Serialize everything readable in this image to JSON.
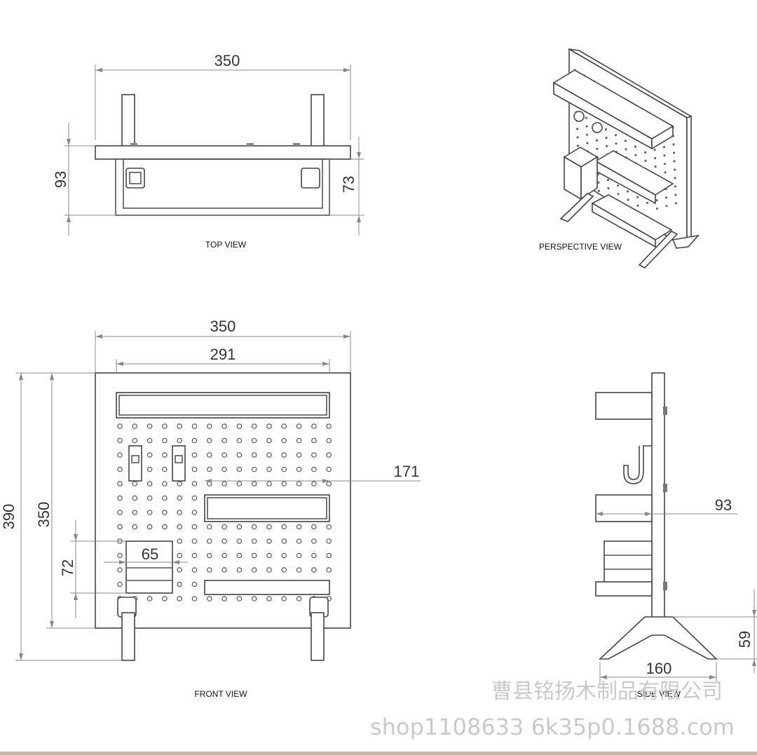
{
  "views": {
    "top": "TOP VIEW",
    "perspective": "PERSPECTIVE VIEW",
    "front": "FRONT VIEW",
    "side": "SIDE VIEW"
  },
  "dimensions": {
    "top_width": "350",
    "top_depth": "93",
    "top_shelf_depth": "73",
    "front_width": "350",
    "front_inner_width": "291",
    "front_height_total": "390",
    "front_height_board": "350",
    "front_shelf_offset": "171",
    "front_box_height": "72",
    "front_box_width": "65",
    "side_shelf_depth": "93",
    "side_base_height": "59",
    "side_base_width": "160"
  },
  "watermark": {
    "company": "曹县铭扬木制品有限公司",
    "url": "shop1108633 6k35p0.1688.com"
  }
}
